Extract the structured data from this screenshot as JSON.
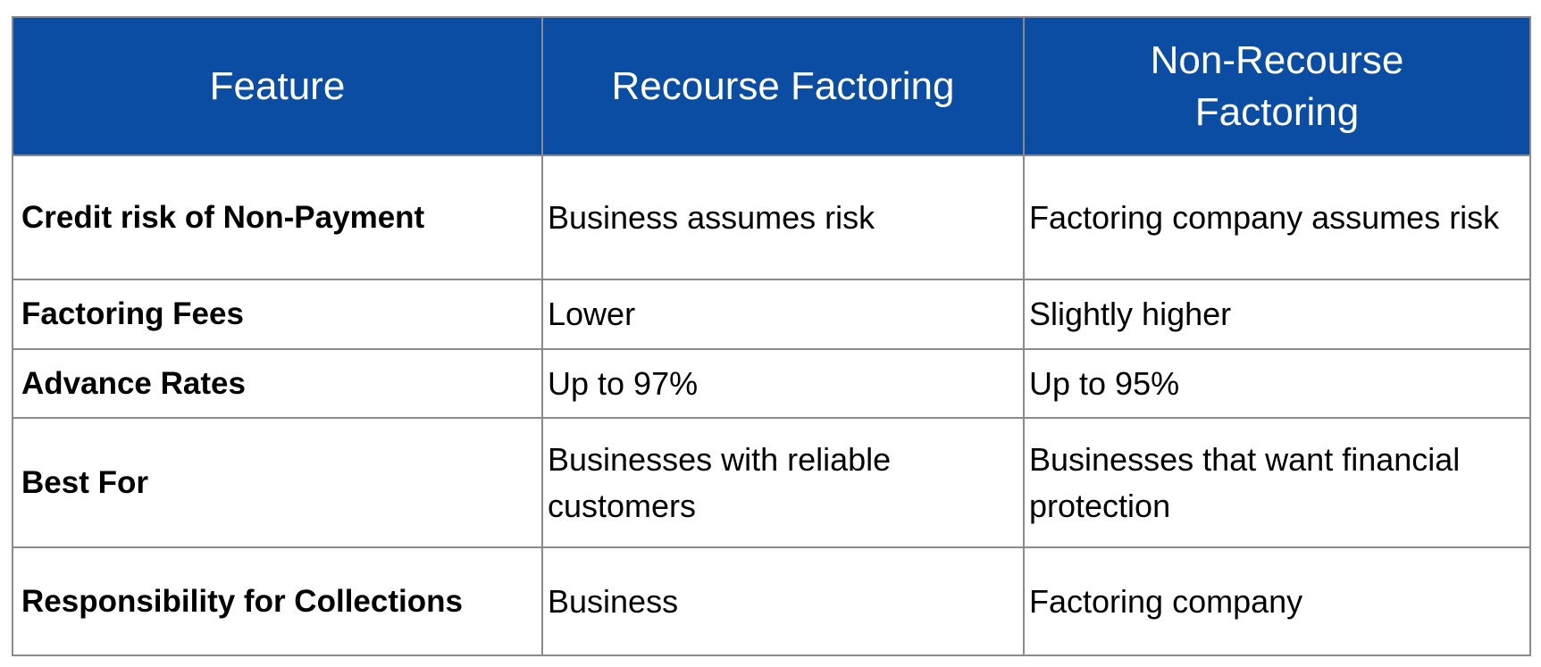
{
  "table": {
    "columns": [
      {
        "label": "Feature"
      },
      {
        "label": "Recourse Factoring"
      },
      {
        "label": "Non-Recourse Factoring"
      }
    ],
    "rows": [
      {
        "feature": "Credit risk of Non-Payment",
        "recourse": "Business assumes risk",
        "non_recourse": "Factoring company assumes risk"
      },
      {
        "feature": "Factoring Fees",
        "recourse": "Lower",
        "non_recourse": "Slightly higher"
      },
      {
        "feature": "Advance Rates",
        "recourse": "Up to 97%",
        "non_recourse": "Up to 95%"
      },
      {
        "feature": "Best For",
        "recourse": "Businesses with reliable customers",
        "non_recourse": "Businesses that want financial protection"
      },
      {
        "feature": "Responsibility for Collections",
        "recourse": "Business",
        "non_recourse": "Factoring company"
      }
    ],
    "colors": {
      "header_bg": "#0a4da2",
      "header_text": "#ffffff",
      "grid_line": "#8a8a8a",
      "body_text": "#000000"
    }
  }
}
